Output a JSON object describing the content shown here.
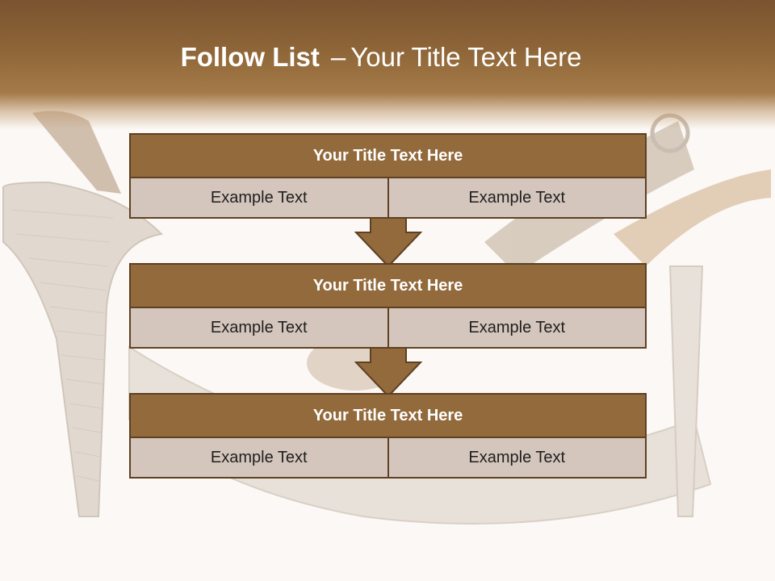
{
  "slide": {
    "title_bold": "Follow List",
    "title_dash": "–",
    "title_rest": "Your Title Text Here"
  },
  "colors": {
    "header_brown": "#8f6638",
    "block_title_fill": "#936a3c",
    "cell_fill": "#d4c6bc",
    "border": "#5f4022"
  },
  "blocks": [
    {
      "title": "Your Title Text Here",
      "cells": [
        "Example Text",
        "Example Text"
      ]
    },
    {
      "title": "Your Title Text Here",
      "cells": [
        "Example Text",
        "Example Text"
      ]
    },
    {
      "title": "Your Title Text Here",
      "cells": [
        "Example Text",
        "Example Text"
      ]
    }
  ],
  "icons": {
    "arrow": "down-arrow-icon",
    "background": "high-heel-shoes-image"
  }
}
